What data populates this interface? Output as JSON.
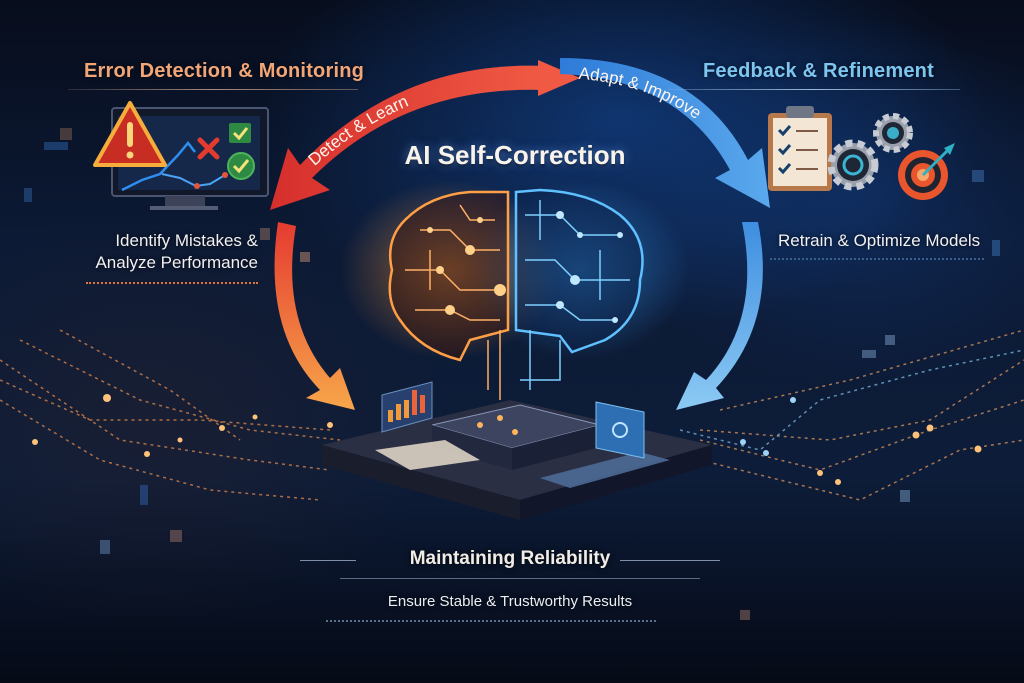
{
  "title": "AI Self-Correction",
  "cycle_arrows": {
    "top_left_label": "Detect & Learn",
    "top_right_label": "Adapt & Improve",
    "left_color": "#e8433a",
    "right_color": "#3f8fe0"
  },
  "left_panel": {
    "heading": "Error Detection & Monitoring",
    "caption_line1": "Identify Mistakes &",
    "caption_line2": "Analyze Performance",
    "icons": [
      "warning-icon",
      "monitor-chart-icon",
      "error-x-icon",
      "check-square-icon",
      "check-circle-icon"
    ],
    "accent_color": "#f2a677"
  },
  "right_panel": {
    "heading": "Feedback & Refinement",
    "caption": "Retrain & Optimize Models",
    "icons": [
      "clipboard-checklist-icon",
      "gear-icon",
      "gear-small-icon",
      "target-arrow-icon"
    ],
    "accent_color": "#7cc6f0"
  },
  "center": {
    "icons": [
      "circuit-brain-icon",
      "data-platform-icon",
      "bar-chart-panel-icon",
      "dashboard-panel-icon"
    ]
  },
  "bottom": {
    "heading": "Maintaining Reliability",
    "subtitle": "Ensure Stable & Trustworthy Results"
  }
}
